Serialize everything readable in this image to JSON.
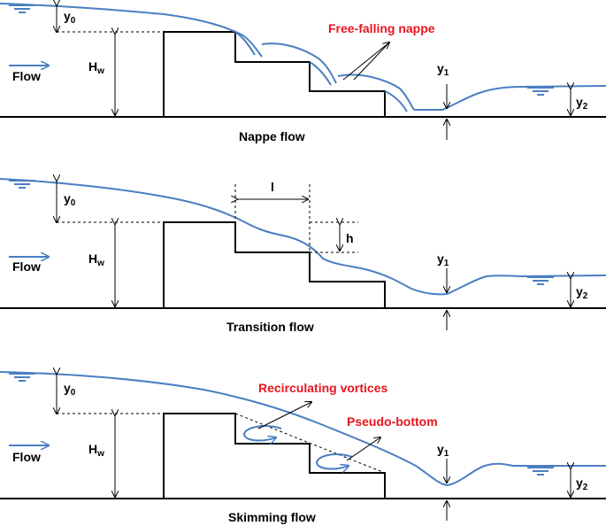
{
  "panels": [
    {
      "caption": "Nappe flow",
      "flow_label": "Flow",
      "hw_label": "H",
      "hw_sub": "w",
      "y0_label": "y",
      "y0_sub": "0",
      "y1_label": "y",
      "y1_sub": "1",
      "y2_label": "y",
      "y2_sub": "2",
      "annotation": "Free-falling nappe"
    },
    {
      "caption": "Transition flow",
      "flow_label": "Flow",
      "hw_label": "H",
      "hw_sub": "w",
      "y0_label": "y",
      "y0_sub": "0",
      "y1_label": "y",
      "y1_sub": "1",
      "y2_label": "y",
      "y2_sub": "2",
      "l_label": "l",
      "h_label": "h"
    },
    {
      "caption": "Skimming flow",
      "flow_label": "Flow",
      "hw_label": "H",
      "hw_sub": "w",
      "y0_label": "y",
      "y0_sub": "0",
      "y1_label": "y",
      "y1_sub": "1",
      "y2_label": "y",
      "y2_sub": "2",
      "annotation_vortices": "Recirculating vortices",
      "annotation_pseudo": "Pseudo-bottom"
    }
  ],
  "colors": {
    "water": "#4a7fc1",
    "annotation": "#e8141e",
    "structure": "#000000"
  }
}
